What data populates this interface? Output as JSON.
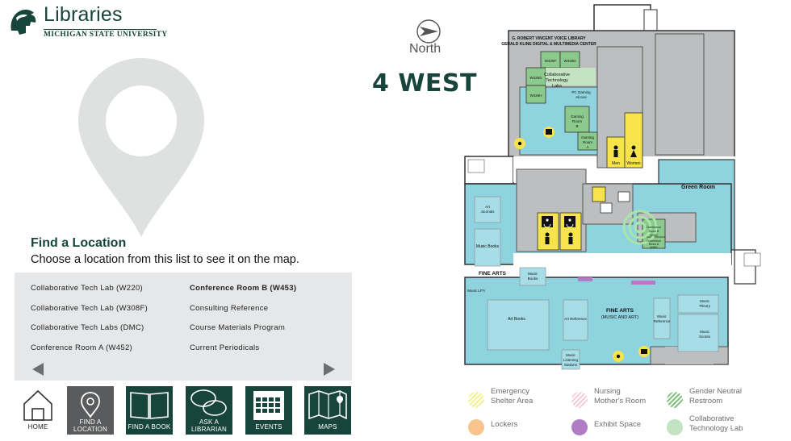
{
  "header": {
    "library_title": "Libraries",
    "university": "MICHIGAN STATE UNIVERSITY"
  },
  "find": {
    "heading": "Find a Location",
    "instructions": "Choose a location from this list to see it on the map."
  },
  "locations": [
    {
      "label": "Collaborative Tech Lab (W220)",
      "selected": false
    },
    {
      "label": "Collaborative Tech Lab (W308F)",
      "selected": false
    },
    {
      "label": "Collaborative Tech Labs (DMC)",
      "selected": false
    },
    {
      "label": "Conference Room A (W452)",
      "selected": false
    },
    {
      "label": "Conference Room B (W453)",
      "selected": true
    },
    {
      "label": "Consulting Reference",
      "selected": false
    },
    {
      "label": "Course Materials Program",
      "selected": false
    },
    {
      "label": "Current Periodicals",
      "selected": false
    }
  ],
  "nav": {
    "home": "HOME",
    "find_location": "FIND A LOCATION",
    "find_book": "FIND A BOOK",
    "ask_librarian": "ASK A LIBRARIAN",
    "events": "EVENTS",
    "maps": "MAPS"
  },
  "map": {
    "north": "North",
    "floor": "4 WEST",
    "header_line1": "G. ROBERT VINCENT VOICE LIBRARY",
    "header_line2": "GERALD KLINE DIGITAL & MULTIMEDIA CENTER",
    "rooms": {
      "w426f": "W426F",
      "w426d": "W426D",
      "w426g": "W426G",
      "w426h": "W426H",
      "ctl_line1": "Collaborative",
      "ctl_line2": "Technology",
      "ctl_line3": "Labs",
      "pc_gaming_1": "PC Gaming",
      "pc_gaming_2": "Alcove",
      "gaming_b_1": "Gaming",
      "gaming_b_2": "Room",
      "gaming_b_3": "B",
      "gaming_a_1": "Gaming",
      "gaming_a_2": "Room",
      "gaming_a_3": "A",
      "men": "Men",
      "women": "Women",
      "green_room": "Green Room",
      "art_journals_1": "Art",
      "art_journals_2": "Journals",
      "music_books": "Music Books",
      "music_books_small_1": "Music",
      "music_books_small_2": "Books",
      "conf_b_1": "Conference",
      "conf_b_2": "Room B",
      "conf_b_3": "W453",
      "conf_a_1": "Conference",
      "conf_a_2": "Room A",
      "conf_a_3": "W452",
      "fine_arts": "FINE ARTS",
      "music_lps": "Music LP's",
      "art_books": "Art Books",
      "art_reference": "Art Reference",
      "fine_arts_music_1": "FINE ARTS",
      "fine_arts_music_2": "(MUSIC AND ART)",
      "music_reference_1": "Music",
      "music_reference_2": "Reference",
      "music_theory_1": "Music",
      "music_theory_2": "Theory",
      "music_scores_1": "Music",
      "music_scores_2": "Scores",
      "listening_1": "Music",
      "listening_2": "Listening",
      "listening_3": "Stations"
    }
  },
  "legend": [
    {
      "line1": "Emergency",
      "line2": "Shelter Area",
      "color": "#f6f08a",
      "style": "hatch"
    },
    {
      "line1": "Nursing",
      "line2": "Mother's Room",
      "color": "#f7c9d9",
      "style": "hatch"
    },
    {
      "line1": "Gender Neutral",
      "line2": "Restroom",
      "color": "#7bbf7b",
      "style": "hatch"
    },
    {
      "line1": "Lockers",
      "line2": "",
      "color": "#f9c48e",
      "style": "solid"
    },
    {
      "line1": "Exhibit Space",
      "line2": "",
      "color": "#b07cc6",
      "style": "solid"
    },
    {
      "line1": "Collaborative",
      "line2": "Technology Lab",
      "color": "#c3e3c3",
      "style": "solid"
    }
  ],
  "colors": {
    "brand": "#18453b",
    "nav_green": "#18453b",
    "nav_selected": "#5a5b5d",
    "map_teal": "#8fd3df",
    "map_gray": "#bcbec0",
    "map_yellow": "#f7e34a",
    "lab_green": "#8cc98c"
  }
}
